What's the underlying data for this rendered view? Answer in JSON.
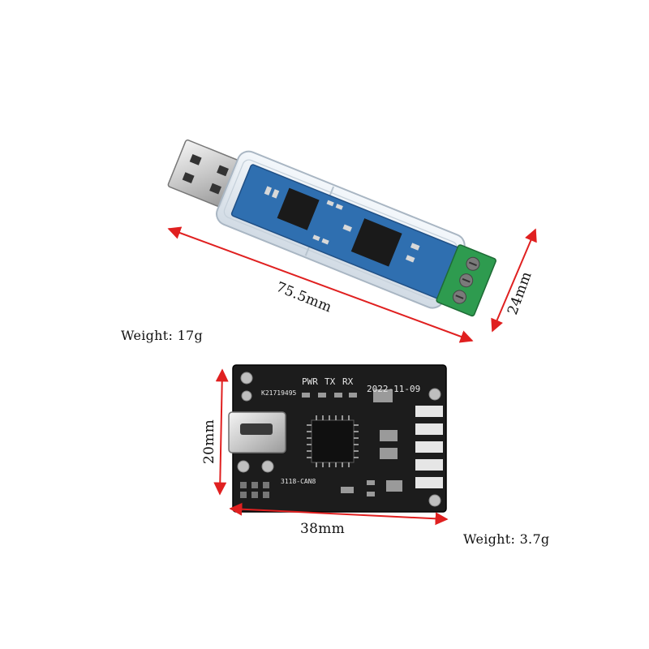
{
  "product1": {
    "length_label": "75.5mm",
    "width_label": "24mm",
    "weight_label": "Weight: 17g"
  },
  "product2": {
    "width_label": "38mm",
    "height_label": "20mm",
    "weight_label": "Weight: 3.7g",
    "silk_date": "2022-11-09",
    "silk_pwr": "PWR",
    "silk_tx": "TX",
    "silk_rx": "RX",
    "silk_serial": "K21719495",
    "silk_model": "3118-CAN8"
  },
  "colors": {
    "dimension_line": "#e02020",
    "pcb_blue": "#2f6fb0",
    "pcb_black": "#1c1c1c",
    "terminal_green": "#2e9b4f",
    "enclosure": "#dfe7ef"
  }
}
